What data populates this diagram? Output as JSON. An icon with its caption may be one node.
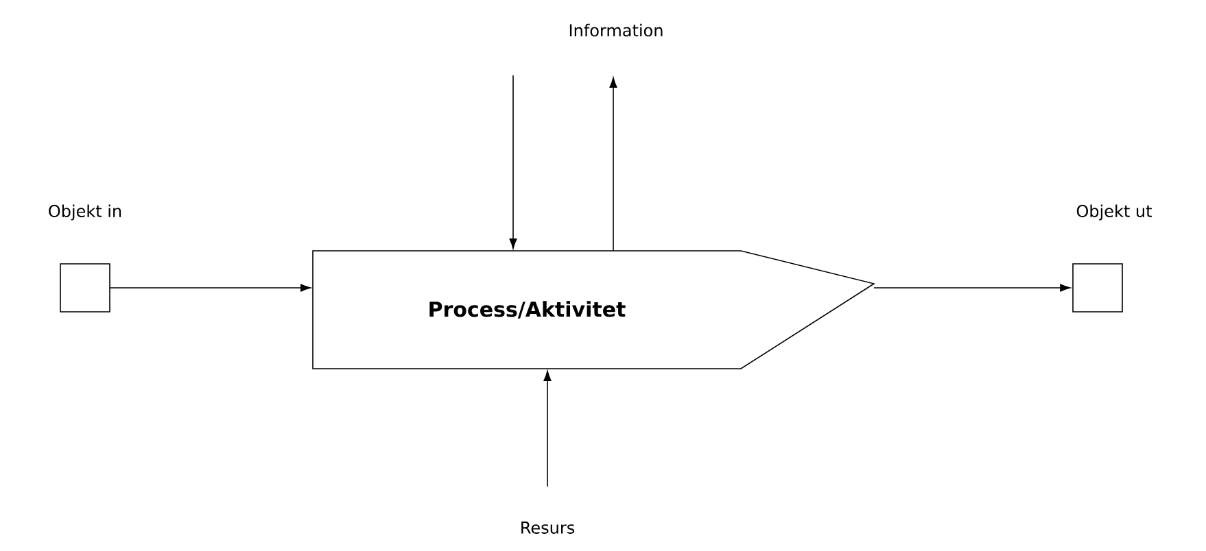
{
  "diagram": {
    "nodes": [
      {
        "text": [],
        "shape": "box",
        "beside": [
          "Objekt in"
        ]
      },
      {
        "text": [
          "Process/Aktivitet"
        ]
      },
      {
        "text": [],
        "shape": "box",
        "beside": [
          "Objekt ut"
        ]
      },
      {
        "text": [
          "Information"
        ]
      },
      {
        "text": [
          "Resurs"
        ]
      }
    ],
    "edges": [
      {
        "from": 0,
        "to": 1,
        "arrow": "to"
      },
      {
        "from": 1,
        "to": 2,
        "arrow": "to"
      },
      {
        "from": 3,
        "to": 1,
        "arrow": "to"
      },
      {
        "from": 1,
        "to": 3,
        "arrow": "to"
      },
      {
        "from": 4,
        "to": 1,
        "arrow": "to"
      }
    ]
  }
}
